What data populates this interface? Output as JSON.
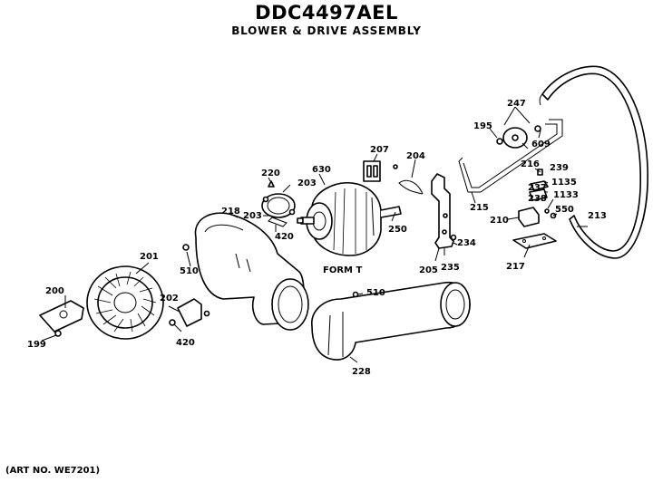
{
  "header": {
    "model": "DDC4497AEL",
    "assembly": "BLOWER & DRIVE ASSEMBLY"
  },
  "art_number": "(ART NO. WE7201)",
  "callouts": [
    {
      "id": "c-247",
      "text": "247"
    },
    {
      "id": "c-195",
      "text": "195"
    },
    {
      "id": "c-609",
      "text": "609"
    },
    {
      "id": "c-216",
      "text": "216"
    },
    {
      "id": "c-207",
      "text": "207"
    },
    {
      "id": "c-204",
      "text": "204"
    },
    {
      "id": "c-630",
      "text": "630"
    },
    {
      "id": "c-220",
      "text": "220"
    },
    {
      "id": "c-203a",
      "text": "203"
    },
    {
      "id": "c-203b",
      "text": "203"
    },
    {
      "id": "c-420a",
      "text": "420"
    },
    {
      "id": "c-218",
      "text": "218"
    },
    {
      "id": "c-250",
      "text": "250"
    },
    {
      "id": "c-form",
      "text": "FORM T"
    },
    {
      "id": "c-239",
      "text": "239"
    },
    {
      "id": "c-1135",
      "text": "1135"
    },
    {
      "id": "c-237",
      "text": "237"
    },
    {
      "id": "c-238",
      "text": "238"
    },
    {
      "id": "c-1133",
      "text": "1133"
    },
    {
      "id": "c-215",
      "text": "215"
    },
    {
      "id": "c-210",
      "text": "210"
    },
    {
      "id": "c-550",
      "text": "550"
    },
    {
      "id": "c-213",
      "text": "213"
    },
    {
      "id": "c-234",
      "text": "234"
    },
    {
      "id": "c-205",
      "text": "205"
    },
    {
      "id": "c-235",
      "text": "235"
    },
    {
      "id": "c-217",
      "text": "217"
    },
    {
      "id": "c-201",
      "text": "201"
    },
    {
      "id": "c-510a",
      "text": "510"
    },
    {
      "id": "c-510b",
      "text": "510"
    },
    {
      "id": "c-200",
      "text": "200"
    },
    {
      "id": "c-202",
      "text": "202"
    },
    {
      "id": "c-199",
      "text": "199"
    },
    {
      "id": "c-420b",
      "text": "420"
    },
    {
      "id": "c-228",
      "text": "228"
    }
  ]
}
